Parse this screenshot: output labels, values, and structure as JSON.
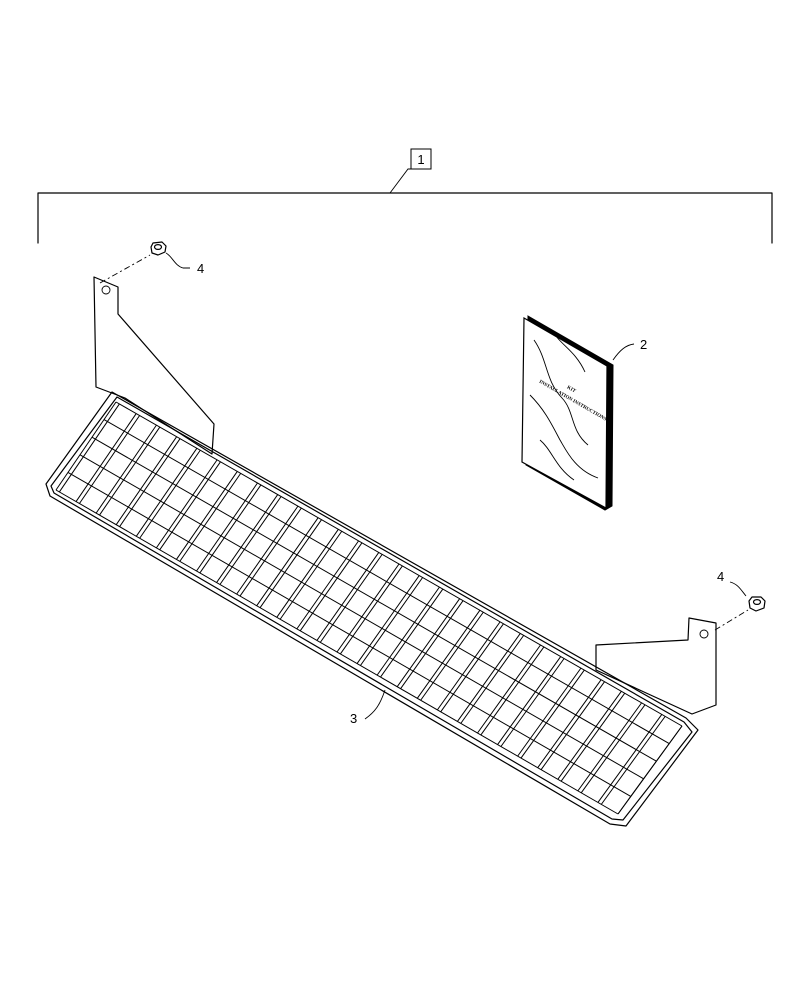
{
  "callouts": {
    "kit": "1",
    "manual": "2",
    "step": "3",
    "nut_upper": "4",
    "nut_lower": "4"
  },
  "manual_cover": {
    "line1": "KIT",
    "line2": "INSTALLATION INSTRUCTIONS"
  },
  "grid": {
    "rows": 5,
    "columns": 28
  }
}
